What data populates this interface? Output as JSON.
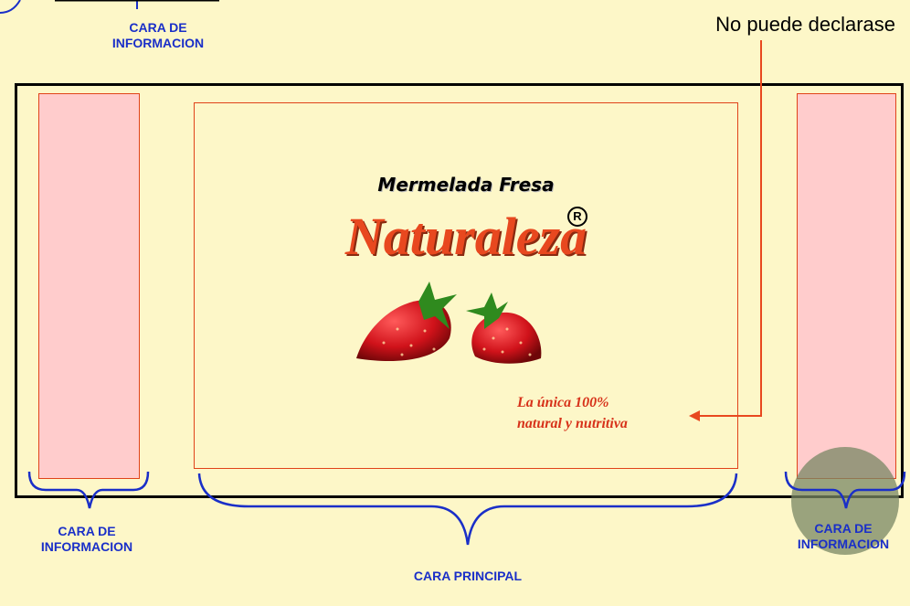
{
  "labels": {
    "top_info": "CARA DE INFORMACION",
    "left_info": "CARA DE INFORMACION",
    "right_info": "CARA DE INFORMACION",
    "principal": "CARA PRINCIPAL"
  },
  "product": {
    "subtitle": "Mermelada Fresa",
    "brand": "Naturaleza",
    "registered_mark": "R",
    "slogan_line1": "La única 100%",
    "slogan_line2": "natural y nutritiva"
  },
  "note": "No puede declarase",
  "colors": {
    "background": "#fdf7c8",
    "side_panel": "#ffcccc",
    "outline": "#e0431a",
    "brace": "#1a2fc8",
    "arrow": "#e8481f"
  }
}
